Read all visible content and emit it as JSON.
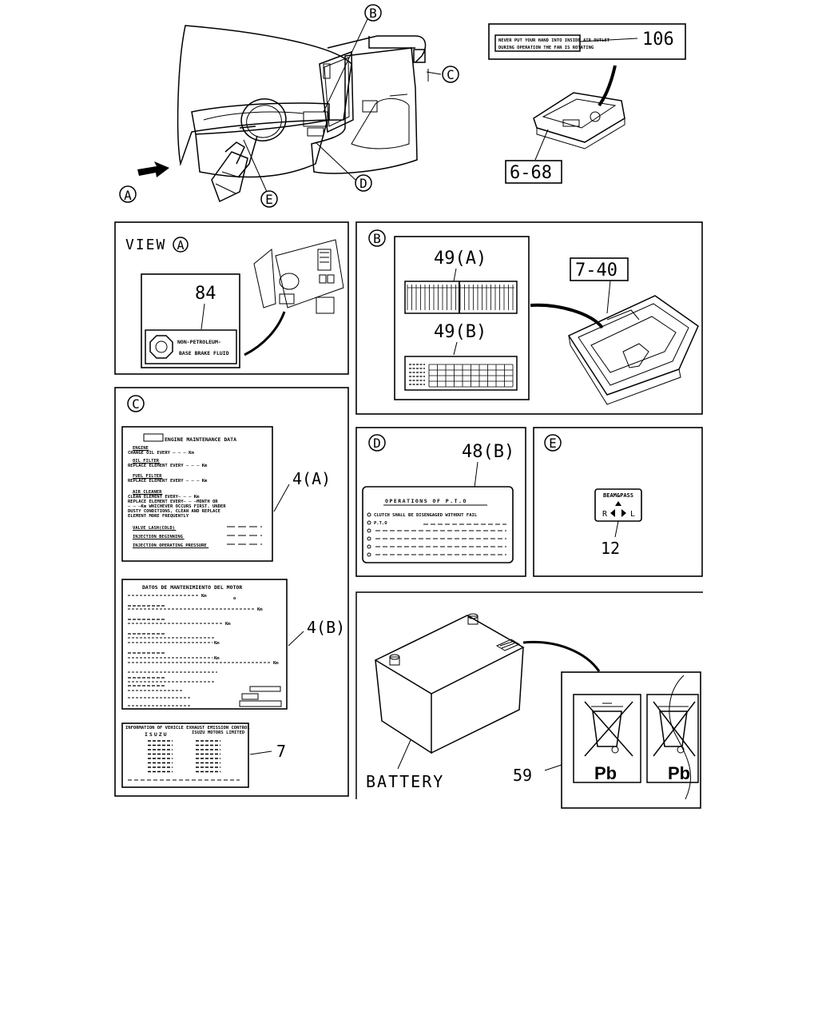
{
  "callouts": {
    "a": "A",
    "b": "B",
    "c": "C",
    "d": "D",
    "e": "E"
  },
  "overview": {
    "label_106": "106",
    "label_6_68": "6-68",
    "label_106_text_line1": "NEVER PUT YOUR HAND INTO INSIDE AIR OUTLET",
    "label_106_text_line2": "DURING OPERATION THE FAN IS ROTATING"
  },
  "panel_a": {
    "view_label": "VIEW",
    "callout": "A",
    "part_84": "84",
    "plate_line1": "NON-PETROLEUM-",
    "plate_line2": "BASE BRAKE FLUID"
  },
  "panel_b": {
    "callout": "B",
    "part_49a": "49(A)",
    "part_49b": "49(B)",
    "part_7_40": "7-40"
  },
  "panel_c": {
    "callout": "C",
    "part_4a": "4(A)",
    "part_4b": "4(B)",
    "part_7": "7",
    "label_4a": {
      "title": "ENGINE MAINTENANCE DATA",
      "lines": [
        "ENGINE",
        "CHANGE OIL EVERY ─ ─ ─ Km",
        "OIL FILTER",
        "REPLACE ELEMENT EVERY ─ ─ ─ Km",
        "FUEL FILTER",
        "REPLACE ELEMENT EVERY ─ ─ ─ Km",
        "AIR CLEANER",
        "CLEAN ELEMENT EVERY─ ─ ─ Km",
        "REPLACE ELEMENT EVERY─ ─ ─MONTH OR",
        "─ ─ ─Km WHICHEVER OCCURS FIRST. UNDER",
        "DUSTY CONDITIONS, CLEAN AND REPLACE",
        "ELEMENT MORE FREQUENTLY",
        "VALVE LASH(COLD)",
        "INJECTION BEGINNING",
        "INJECTION OPERATING PRESSURE"
      ]
    },
    "label_4b": {
      "title": "DATOS DE MANTENIMIENTO DEL MOTOR",
      "unit_km": "Km",
      "unit_o": "o"
    },
    "label_7": {
      "line1": "INFORMATION OF VEHICLE EXHAUST EMISSION CONTROL",
      "brand": "ISUZU",
      "line2": "ISUZU MOTORS LIMITED"
    }
  },
  "panel_d": {
    "callout": "D",
    "part_48b": "48(B)",
    "plate_title": "OPERATIONS OF P.T.O",
    "plate_line1": "CLUTCH SHALL BE DISENGAGED WITHOUT FAIL",
    "plate_line2": "P.T.O"
  },
  "panel_e": {
    "callout": "E",
    "part_12": "12",
    "switch_title": "BEAM&PASS",
    "switch_r": "R",
    "switch_l": "L"
  },
  "panel_battery": {
    "battery_label": "BATTERY",
    "part_59": "59",
    "pb1": "Pb",
    "pb2": "Pb"
  }
}
